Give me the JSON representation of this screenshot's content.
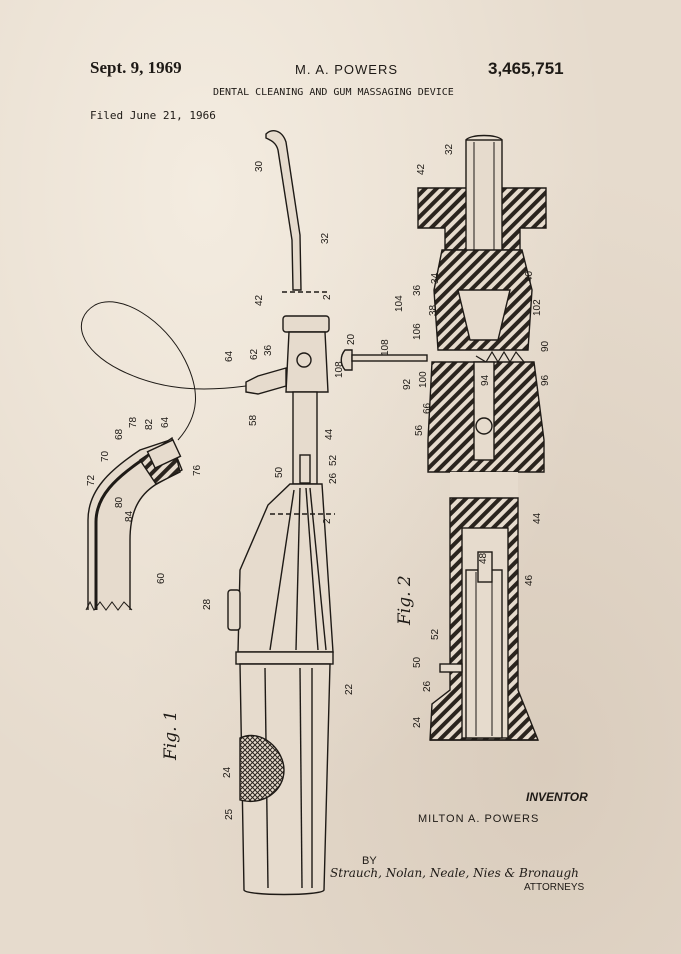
{
  "header": {
    "date": "Sept. 9, 1969",
    "inventor": "M. A. POWERS",
    "patent_number": "3,465,751",
    "title": "DENTAL CLEANING AND GUM MASSAGING DEVICE",
    "filed": "Filed June 21, 1966"
  },
  "footer": {
    "inventor_label": "INVENTOR",
    "inventor_name": "MILTON A. POWERS",
    "by": "BY",
    "signature": "Strauch, Nolan, Neale, Nies & Bronaugh",
    "attorneys": "ATTORNEYS"
  },
  "figures": {
    "fig1": "Fig. 1",
    "fig2": "Fig. 2"
  },
  "reference_numerals": {
    "fig1": [
      "30",
      "32",
      "2",
      "42",
      "20",
      "36",
      "62",
      "64",
      "108",
      "58",
      "44",
      "50",
      "52",
      "26",
      "2",
      "28",
      "22",
      "24",
      "25"
    ],
    "detail": [
      "72",
      "70",
      "68",
      "78",
      "82",
      "64",
      "76",
      "80",
      "84",
      "60"
    ],
    "fig2": [
      "32",
      "42",
      "40",
      "34",
      "36",
      "38",
      "102",
      "104",
      "90",
      "106",
      "108",
      "92",
      "100",
      "94",
      "96",
      "66",
      "56",
      "44",
      "48",
      "46",
      "52",
      "50",
      "26",
      "24"
    ]
  }
}
